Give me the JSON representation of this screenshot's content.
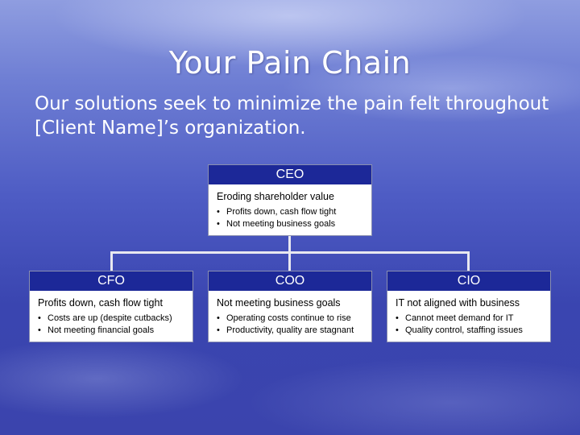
{
  "slide": {
    "title": "Your Pain Chain",
    "subtitle": "Our solutions seek to minimize the pain felt throughout [Client Name]’s organization."
  },
  "org_chart": {
    "root": {
      "role": "CEO",
      "pain": "Eroding shareholder value",
      "bullets": [
        "Profits down, cash flow tight",
        "Not meeting business goals"
      ]
    },
    "children": [
      {
        "role": "CFO",
        "pain": "Profits down, cash flow tight",
        "bullets": [
          "Costs are up (despite cutbacks)",
          "Not meeting financial goals"
        ]
      },
      {
        "role": "COO",
        "pain": "Not meeting business goals",
        "bullets": [
          "Operating costs continue to rise",
          "Productivity, quality are stagnant"
        ]
      },
      {
        "role": "CIO",
        "pain": "IT not aligned with business",
        "bullets": [
          "Cannot meet demand for IT",
          "Quality control, staffing issues"
        ]
      }
    ]
  },
  "colors": {
    "node_header": "#1c2898",
    "node_body": "#ffffff",
    "connector": "#e8e8f0"
  }
}
